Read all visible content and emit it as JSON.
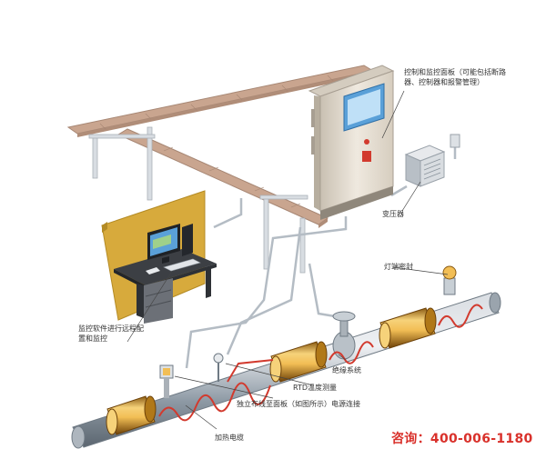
{
  "labels": {
    "control_panel": "控制和监控面板（可能包括断路器、控制器和报警管理）",
    "transformer": "变压器",
    "end_seal": "灯端密封",
    "software": "监控软件进行远程配置和监控",
    "insulation": "绝缘系统",
    "rtd": "RTD温度测量",
    "junction": "独立布线至面板（如图所示）电源连接",
    "heating_cable": "加热电缆"
  },
  "contact": "咨询：400-006-1180",
  "colors": {
    "tray": "#c9a58f",
    "pipe": "#8e9aa5",
    "insulation": "#f2be55",
    "heating_cable": "#d23a2e",
    "cabinet": "#e4ddd2",
    "screen": "#5aa0d8",
    "wall": "#d7aa3c",
    "contact_text": "#d9312b"
  }
}
